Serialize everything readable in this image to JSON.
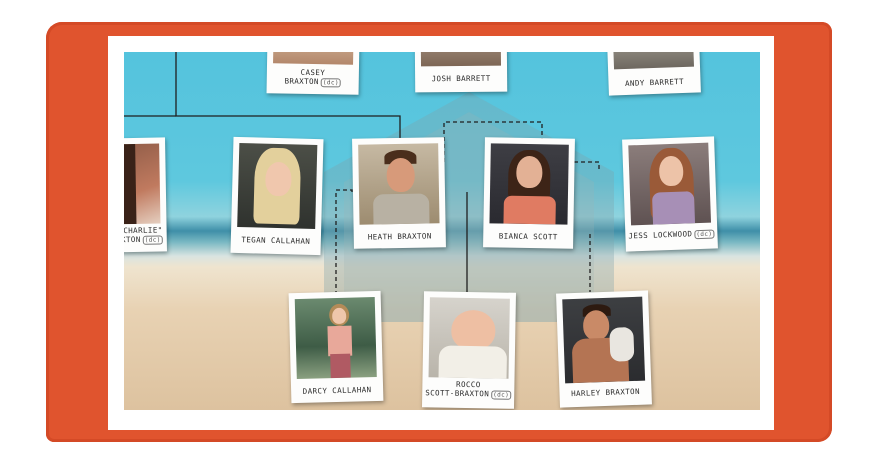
{
  "family": {
    "top_row": [
      {
        "name": "CASEY\nBRAXTON",
        "dc": "(dc)"
      },
      {
        "name": "JOSH BARRETT"
      },
      {
        "name": "ANDY BARRETT"
      }
    ],
    "middle_row": [
      {
        "name": "\"CHARLIE\"\nBUCKTON",
        "dc": "(dc)"
      },
      {
        "name": "TEGAN CALLAHAN"
      },
      {
        "name": "HEATH BRAXTON"
      },
      {
        "name": "BIANCA SCOTT"
      },
      {
        "name": "JESS LOCKWOOD",
        "dc": "(dc)"
      }
    ],
    "bottom_row": [
      {
        "name": "DARCY CALLAHAN"
      },
      {
        "name": "ROCCO\nSCOTT-BRAXTON",
        "dc": "(dc)"
      },
      {
        "name": "HARLEY BRAXTON"
      }
    ]
  },
  "colors": {
    "frame": "#e0542e",
    "sky": "#5ec8de",
    "sand": "#e8d2b3",
    "line": "#1f1f1f"
  }
}
